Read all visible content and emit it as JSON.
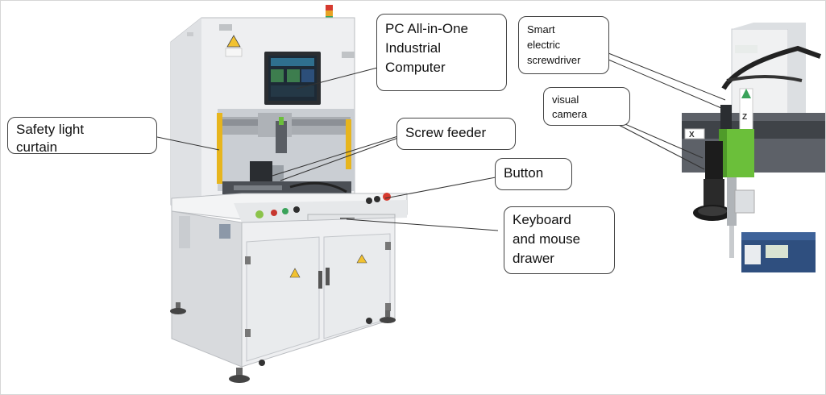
{
  "labels": {
    "pc": "PC All-in-One\nIndustrial\nComputer",
    "safety": "Safety light\ncurtain",
    "feeder": "Screw feeder",
    "button": "Button",
    "keyboard": "Keyboard\nand mouse\ndrawer",
    "screwdriver": "Smart\nelectric\nscrewdriver",
    "camera": "visual\ncamera"
  },
  "machine_marks": {
    "axis_x": "X",
    "axis_z": "Z"
  },
  "colors": {
    "cabinet": "#eeeff1",
    "cabinet_shade": "#d8dadd",
    "frame_gray": "#a7abb0",
    "curtain_yellow": "#e7b51d",
    "screen": "#1d2a36",
    "green_module": "#6bbf3a",
    "camera_black": "#1c1c1c",
    "callout_border": "#444444"
  }
}
